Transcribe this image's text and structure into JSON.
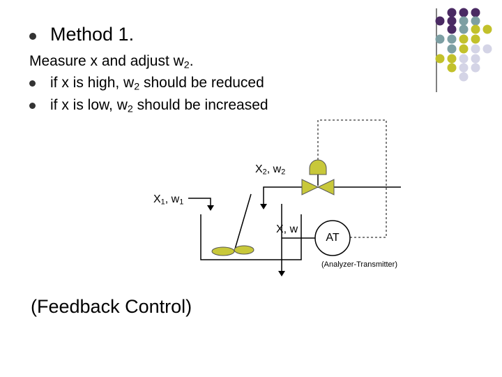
{
  "slide": {
    "heading": "Method 1.",
    "intro": {
      "text": "Measure x and adjust w",
      "sub": "2",
      "suffix": "."
    },
    "bullets": [
      {
        "pre": "if x is high, w",
        "sub": "2",
        "post": " should be reduced"
      },
      {
        "pre": "if x is low, w",
        "sub": "2",
        "post": " should be increased"
      }
    ],
    "caption": "(Feedback Control)"
  },
  "diagram": {
    "stream2": {
      "a": "X",
      "a_sub": "2",
      "mid": ", w",
      "b_sub": "2"
    },
    "stream1": {
      "a": "X",
      "a_sub": "1",
      "mid": ", w",
      "b_sub": "1"
    },
    "outlet": "X, w",
    "analyzer": "AT",
    "analyzer_desc": "(Analyzer-Transmitter)"
  },
  "decoration": {
    "colors": {
      "purple": "#4a2a63",
      "teal": "#7d9fa3",
      "olive": "#c2c12b",
      "lavender": "#d4d4e6"
    },
    "valve_color": "#c8c83a"
  }
}
